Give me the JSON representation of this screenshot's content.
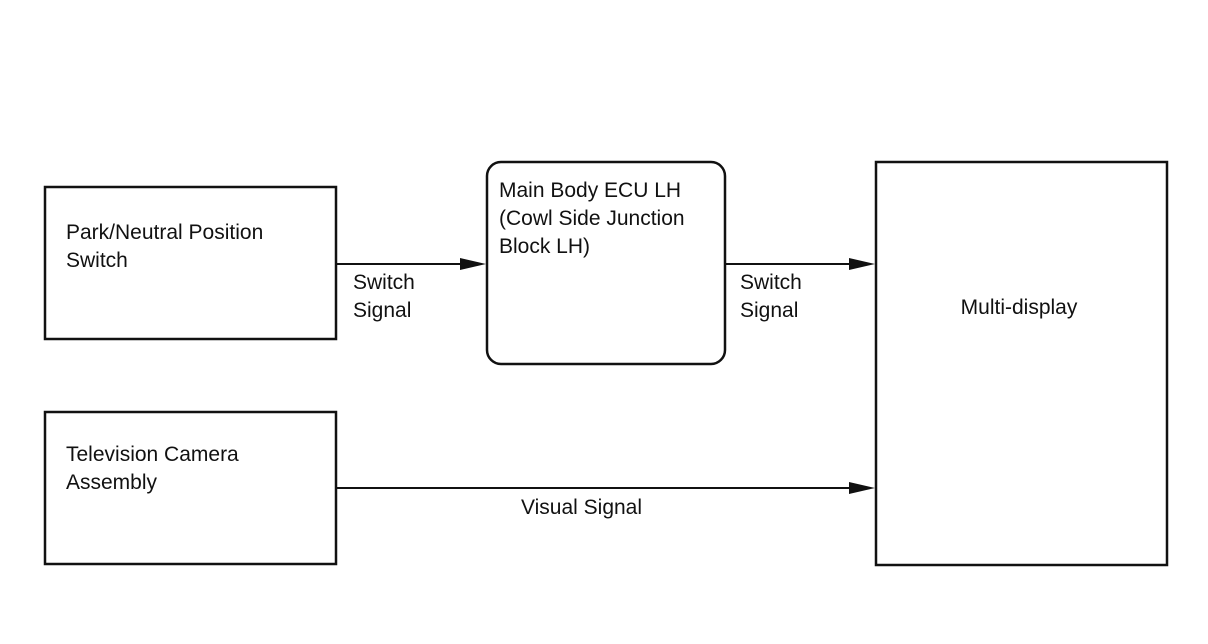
{
  "blocks": {
    "park_neutral_switch": {
      "line1": "Park/Neutral Position",
      "line2": "Switch"
    },
    "main_body_ecu": {
      "line1": "Main Body ECU LH",
      "line2": "(Cowl Side Junction",
      "line3": "Block LH)"
    },
    "tv_camera": {
      "line1": "Television Camera",
      "line2": "Assembly"
    },
    "multi_display": {
      "label": "Multi-display"
    }
  },
  "connections": {
    "switch_to_ecu": {
      "line1": "Switch",
      "line2": "Signal"
    },
    "ecu_to_display": {
      "line1": "Switch",
      "line2": "Signal"
    },
    "camera_to_display": {
      "label": "Visual Signal"
    }
  }
}
